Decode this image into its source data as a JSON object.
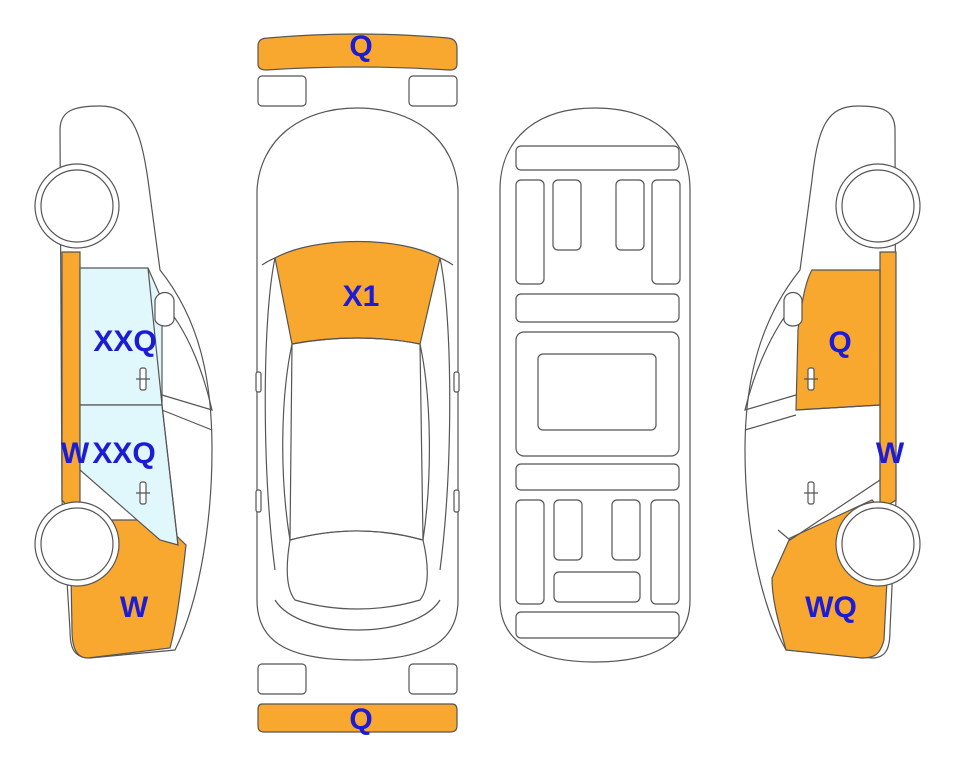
{
  "colors": {
    "damage": "#f8a82e",
    "glass_tint": "#e0f7fb",
    "code_text": "#1c1cd6",
    "outline": "#555555"
  },
  "labels": {
    "front_bumper": "Q",
    "windshield": "X1",
    "rear_bumper": "Q",
    "left_front_door": "XXQ",
    "left_rear_door": "XXQ",
    "left_rocker": "W",
    "left_rear_quarter": "W",
    "right_front_door": "Q",
    "right_rocker": "W",
    "right_rear_quarter": "WQ"
  }
}
